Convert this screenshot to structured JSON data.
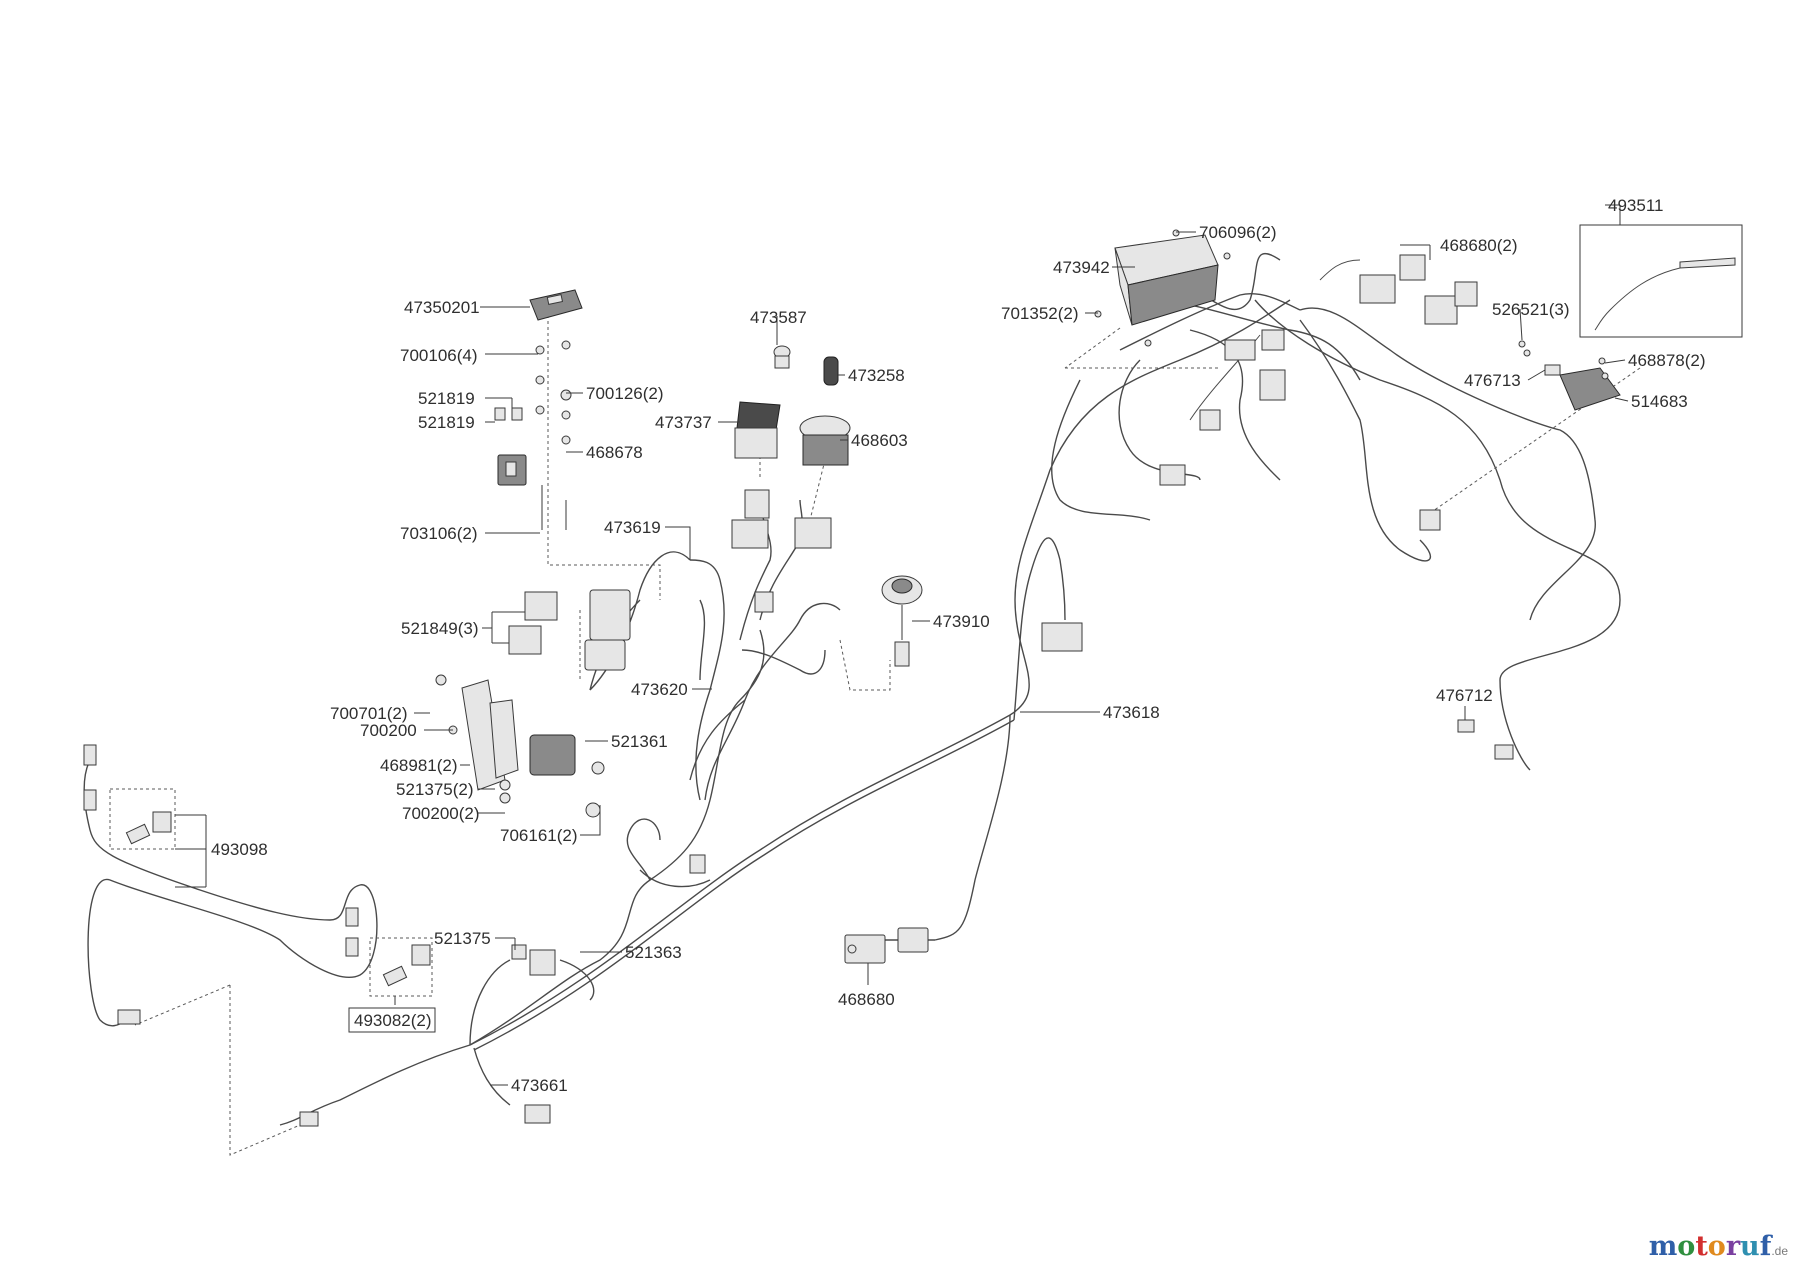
{
  "diagram": {
    "part_numbers": [
      "47350201",
      "700106(4)",
      "521819",
      "521819",
      "700126(2)",
      "468678",
      "703106(2)",
      "473587",
      "473258",
      "473737",
      "468603",
      "473619",
      "521849(3)",
      "473620",
      "473910",
      "700701(2)",
      "700200",
      "468981(2)",
      "521375(2)",
      "700200(2)",
      "706161(2)",
      "521361",
      "493098",
      "521375",
      "521363",
      "493082(2)",
      "473661",
      "468680",
      "473942",
      "706096(2)",
      "701352(2)",
      "468680(2)",
      "493511",
      "526521(3)",
      "476713",
      "468878(2)",
      "514683",
      "473618",
      "476712"
    ]
  },
  "brand": {
    "letters": [
      "m",
      "o",
      "t",
      "o",
      "r",
      "u",
      "f"
    ],
    "colors": [
      "#2f5fa8",
      "#2f8f3f",
      "#d22f2f",
      "#e08a1e",
      "#7a3fa0",
      "#2f8fb0",
      "#2f5fa8"
    ],
    "tld": ".de"
  }
}
